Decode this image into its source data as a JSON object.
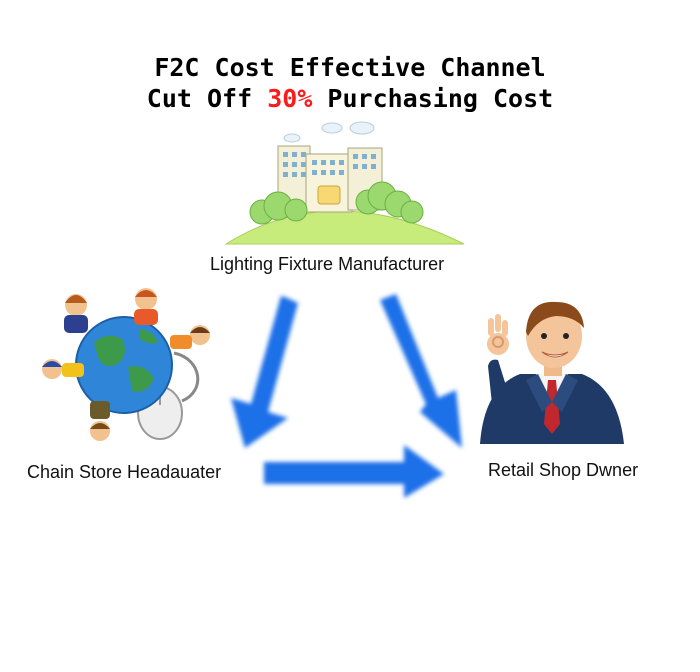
{
  "title": {
    "line1": "F2C Cost Effective Channel",
    "line2_prefix": "Cut Off ",
    "line2_highlight": "30%",
    "line2_suffix": " Purchasing Cost"
  },
  "nodes": {
    "manufacturer": {
      "label": "Lighting Fixture Manufacturer",
      "icon": "factory-buildings-icon"
    },
    "chain_store": {
      "label": "Chain Store Headauater",
      "icon": "globe-people-mouse-icon"
    },
    "retail_shop": {
      "label": "Retail Shop Dwner",
      "icon": "businessman-ok-gesture-icon"
    }
  },
  "colors": {
    "arrow": "#1a6fe8",
    "highlight": "#ff1a1a",
    "hill": "#c8ec7c",
    "globe": "#2f86d8"
  }
}
